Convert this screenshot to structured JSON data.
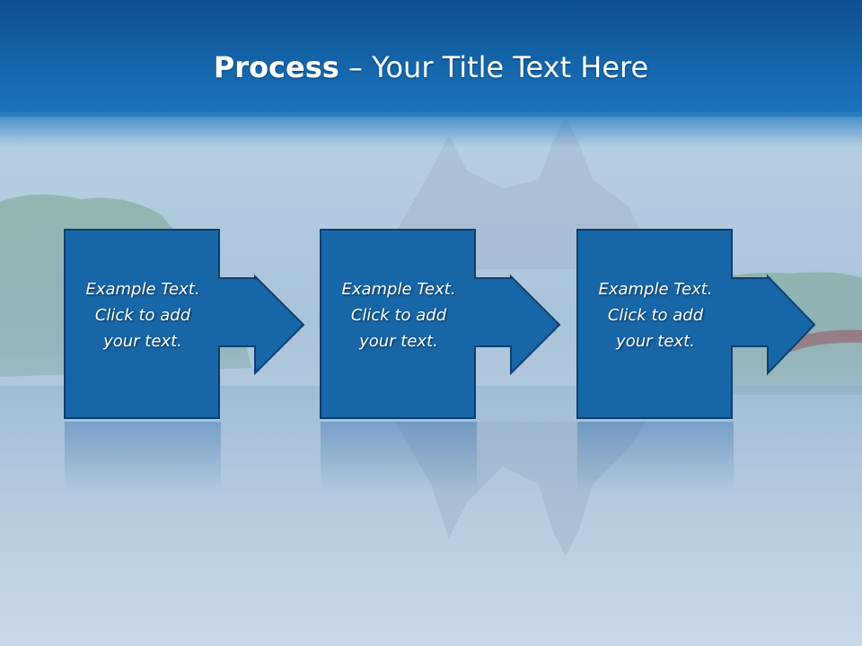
{
  "slide": {
    "title_bold": "Process",
    "title_rest": " – Your Title Text Here"
  },
  "steps": [
    {
      "line1": "Example Text.",
      "line2": "Click  to add",
      "line3": "your text."
    },
    {
      "line1": "Example Text.",
      "line2": "Click  to add",
      "line3": "your text."
    },
    {
      "line1": "Example Text.",
      "line2": "Click  to add",
      "line3": "your text."
    }
  ],
  "colors": {
    "header": "#1567ad",
    "box": "#1766a8",
    "box_border": "#0d3f6e"
  }
}
